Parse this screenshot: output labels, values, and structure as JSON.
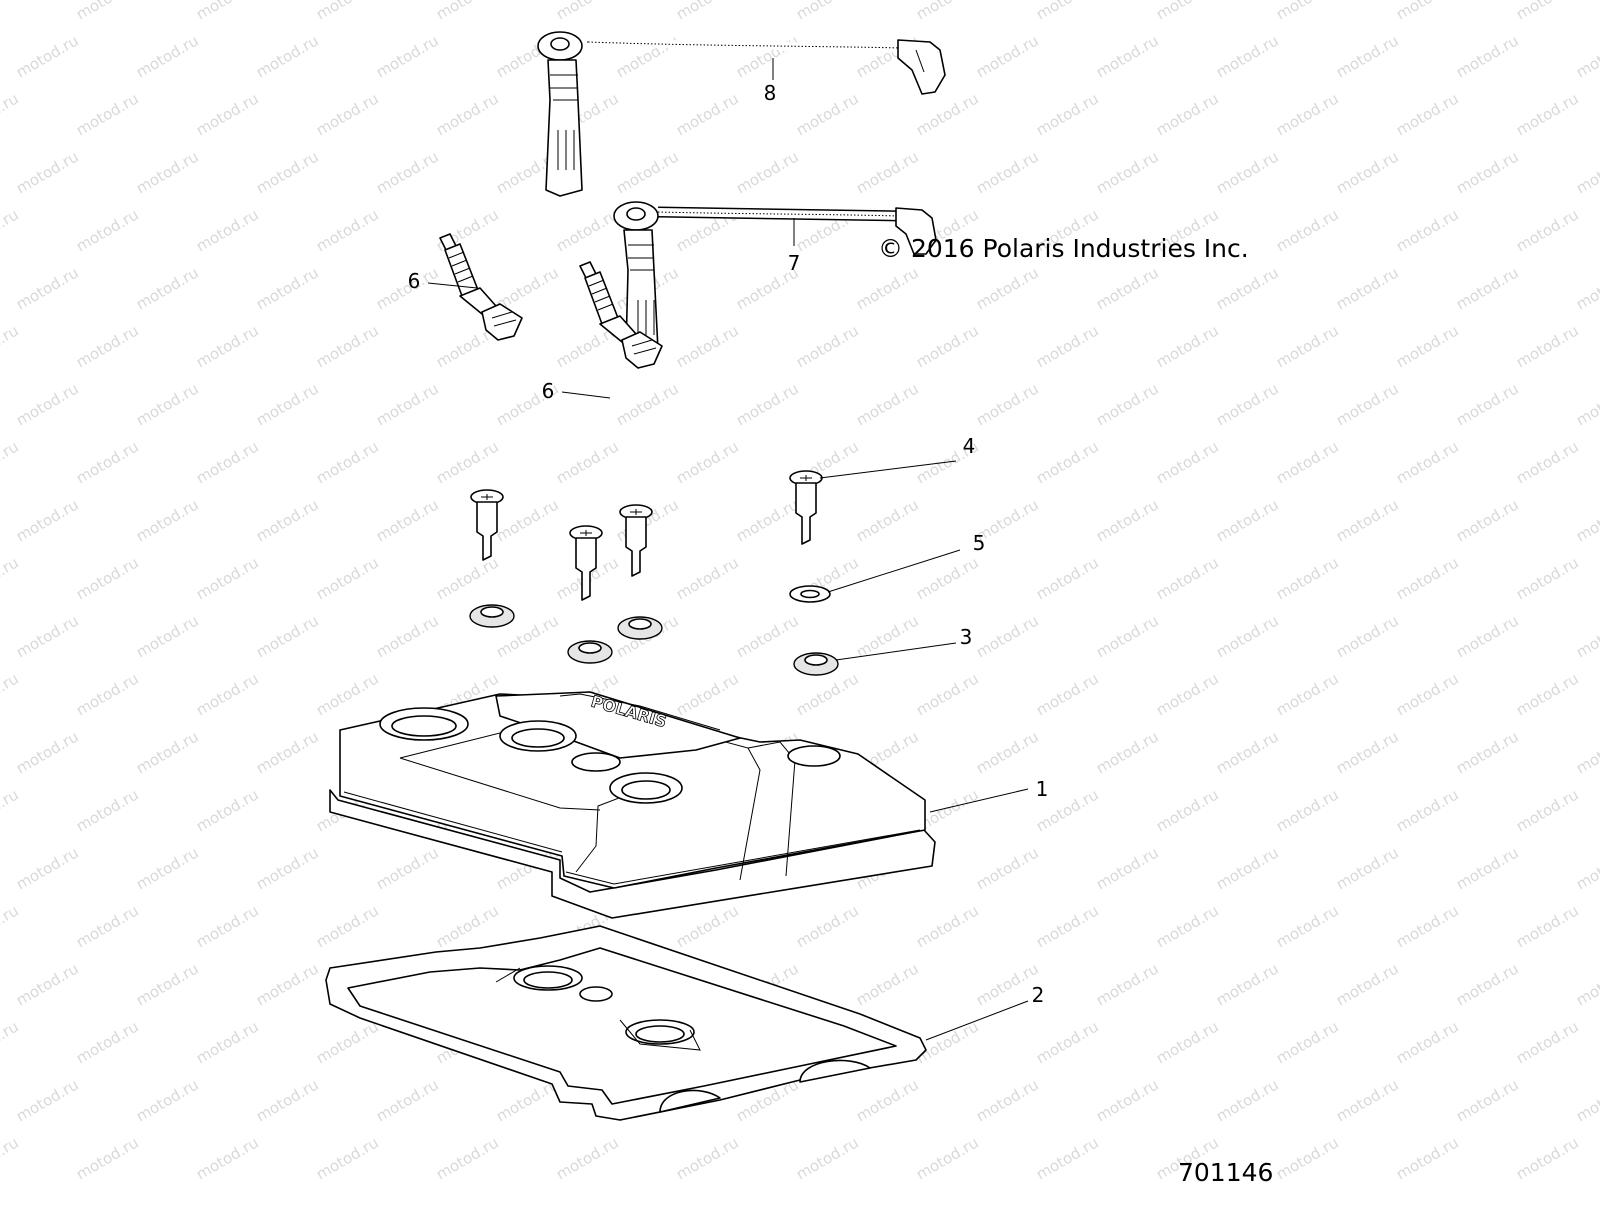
{
  "watermark": {
    "text": "motod.ru"
  },
  "copyright": "© 2016 Polaris Industries Inc.",
  "part_number": "701146",
  "callouts": [
    {
      "id": "1",
      "label": "1"
    },
    {
      "id": "2",
      "label": "2"
    },
    {
      "id": "3",
      "label": "3"
    },
    {
      "id": "4",
      "label": "4"
    },
    {
      "id": "5",
      "label": "5"
    },
    {
      "id": "6a",
      "label": "6"
    },
    {
      "id": "6b",
      "label": "6"
    },
    {
      "id": "7",
      "label": "7"
    },
    {
      "id": "8",
      "label": "8"
    }
  ],
  "colors": {
    "line": "#000000",
    "watermark": "#d9d9d9",
    "background": "#ffffff"
  }
}
